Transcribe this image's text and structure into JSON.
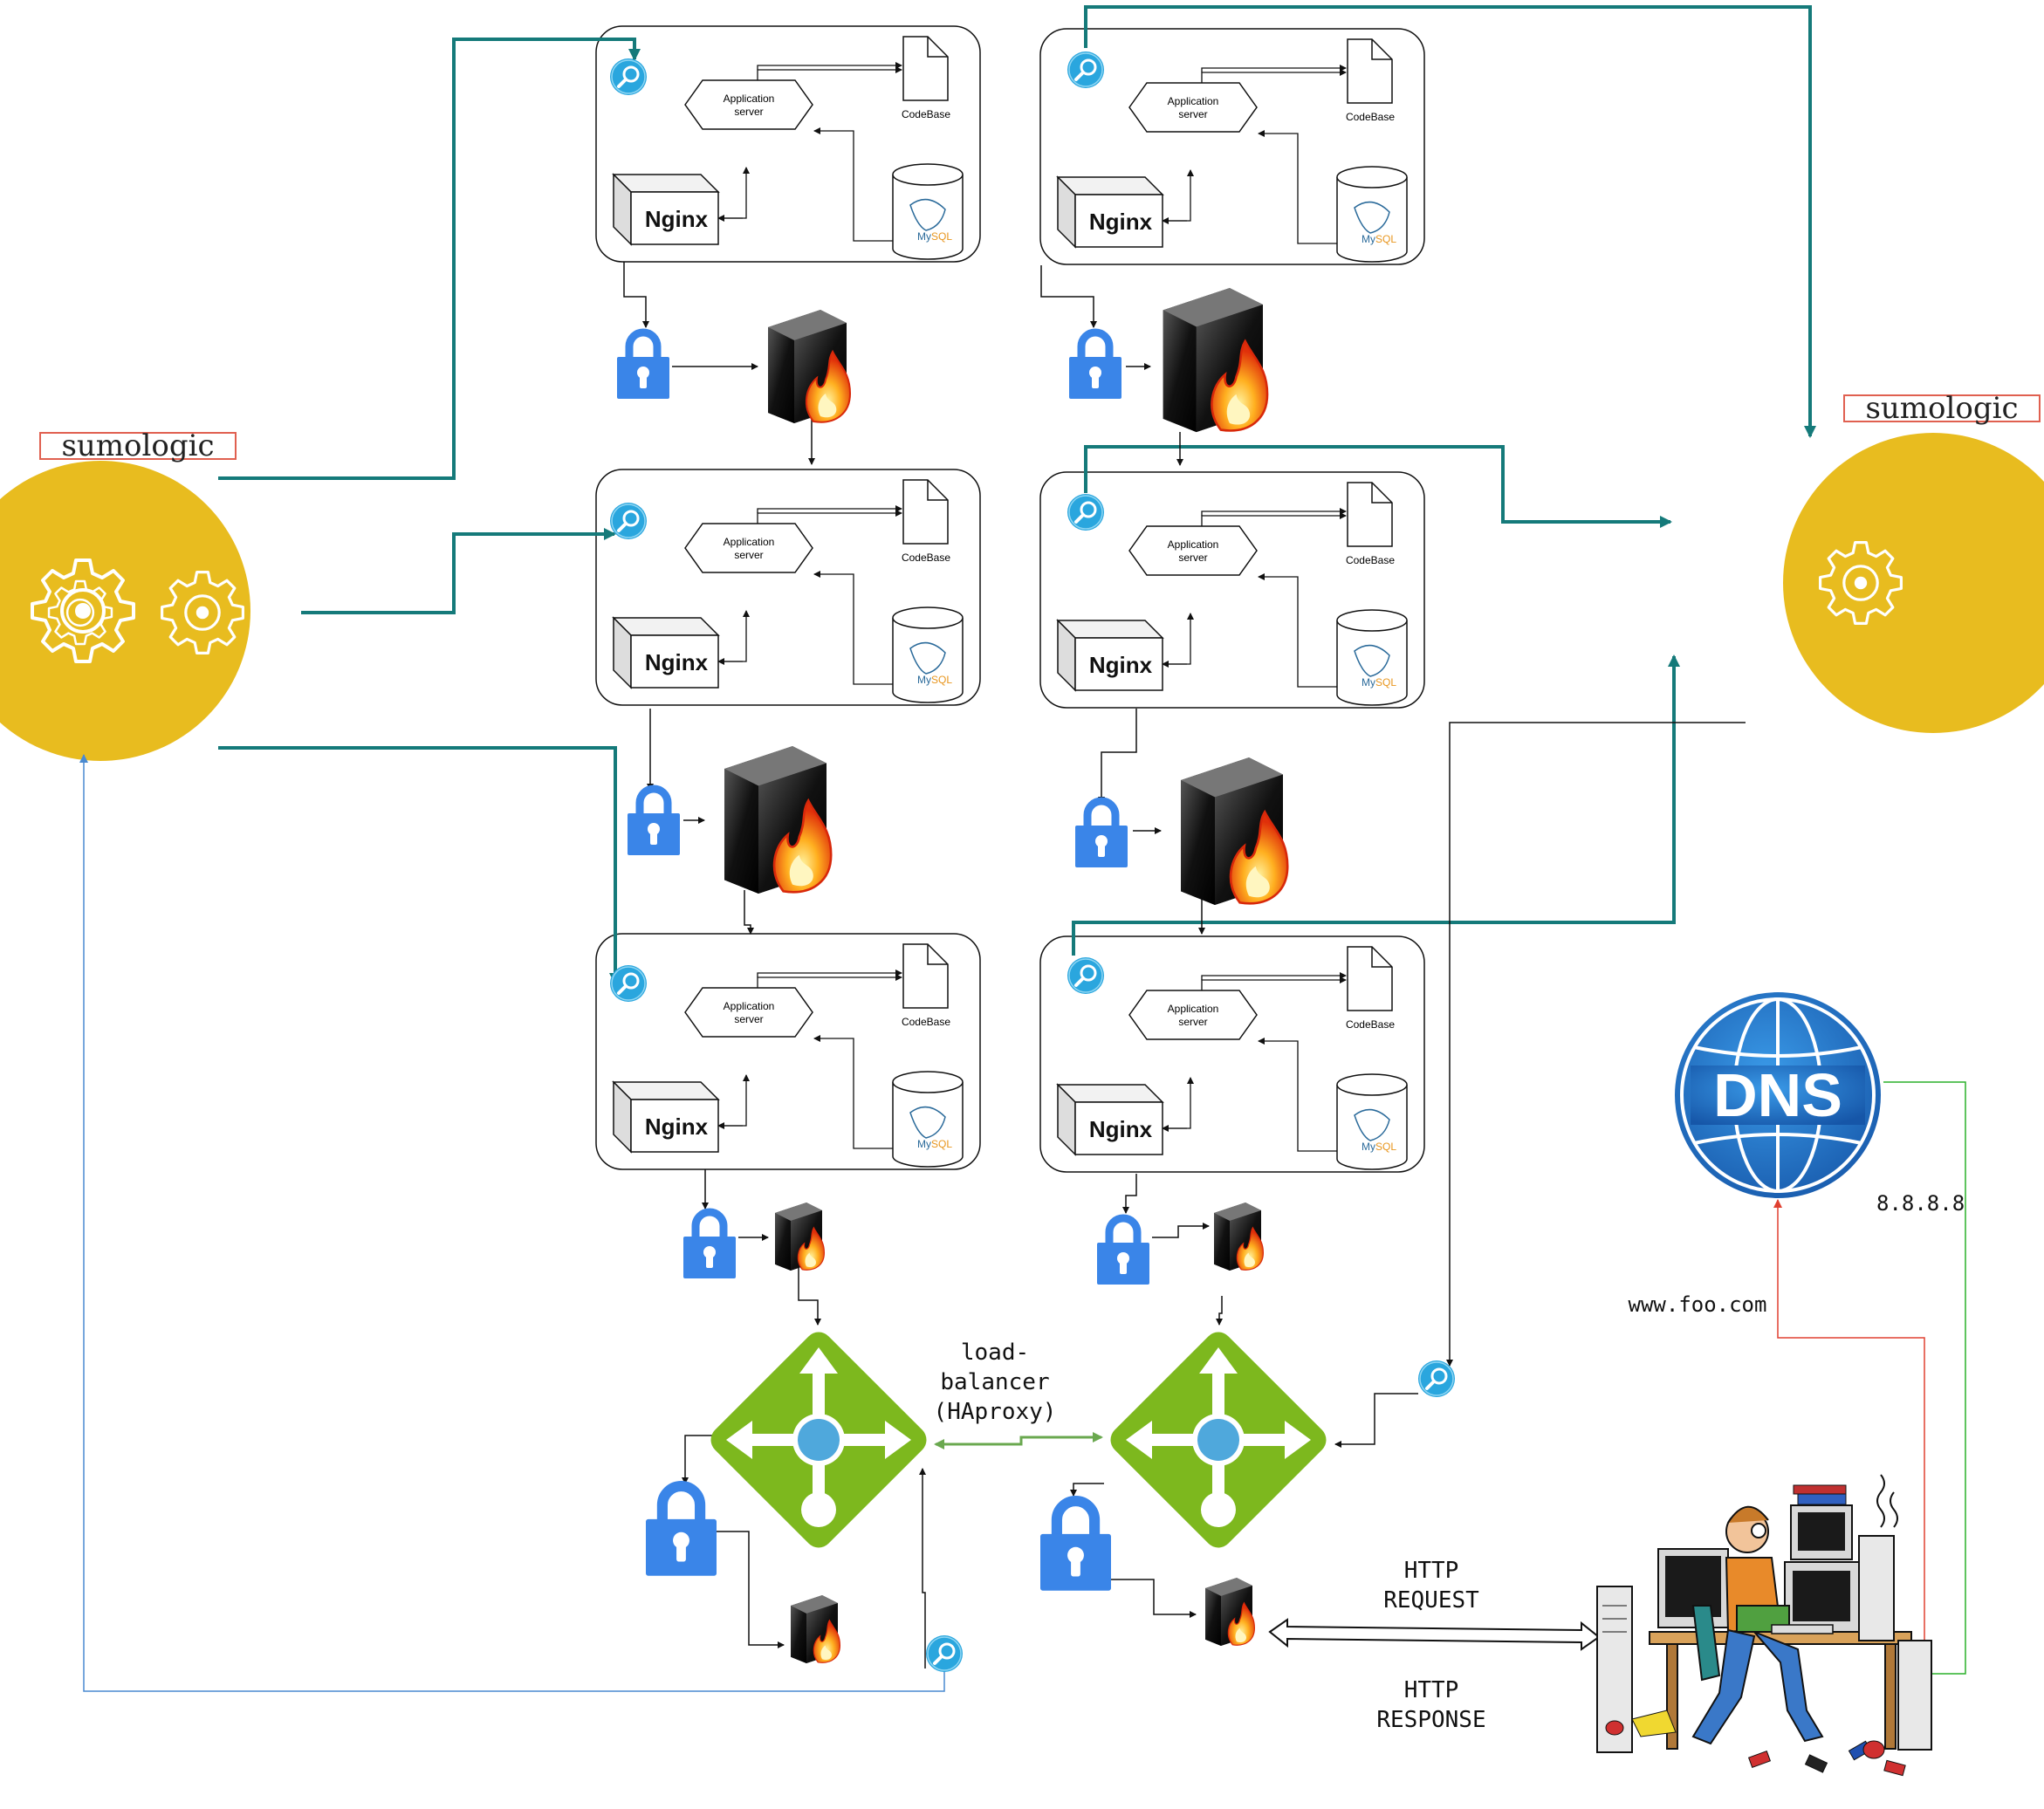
{
  "sumologic": {
    "left_label": "sumologic",
    "right_label": "sumologic"
  },
  "server_block": {
    "app_server_line1": "Application",
    "app_server_line2": "server",
    "codebase": "CodeBase",
    "nginx": "Nginx",
    "mysql_my": "My",
    "mysql_sql": "SQL"
  },
  "load_balancer_label": [
    "load-",
    "balancer",
    "(HAproxy)"
  ],
  "http": {
    "request_line1": "HTTP",
    "request_line2": "REQUEST",
    "response_line1": "HTTP",
    "response_line2": "RESPONSE"
  },
  "dns": {
    "icon_text": "DNS",
    "ip": "8.8.8.8",
    "domain": "www.foo.com"
  },
  "colors": {
    "sumologic_gold": "#e8bc1f",
    "teal_arrow": "#157a7a",
    "blue_lock": "#3a85e8",
    "lb_green": "#7db81e",
    "dns_blue": "#1c6fc0",
    "red_line": "#e04030",
    "green_line": "#2ab02a",
    "blue_line": "#4a8ad0"
  },
  "icons": [
    "gear-icon",
    "magnifier-icon",
    "lock-icon",
    "firewall-icon",
    "load-balancer-icon",
    "dns-globe-icon",
    "document-icon",
    "database-icon",
    "server-box-icon",
    "developer-illustration"
  ]
}
